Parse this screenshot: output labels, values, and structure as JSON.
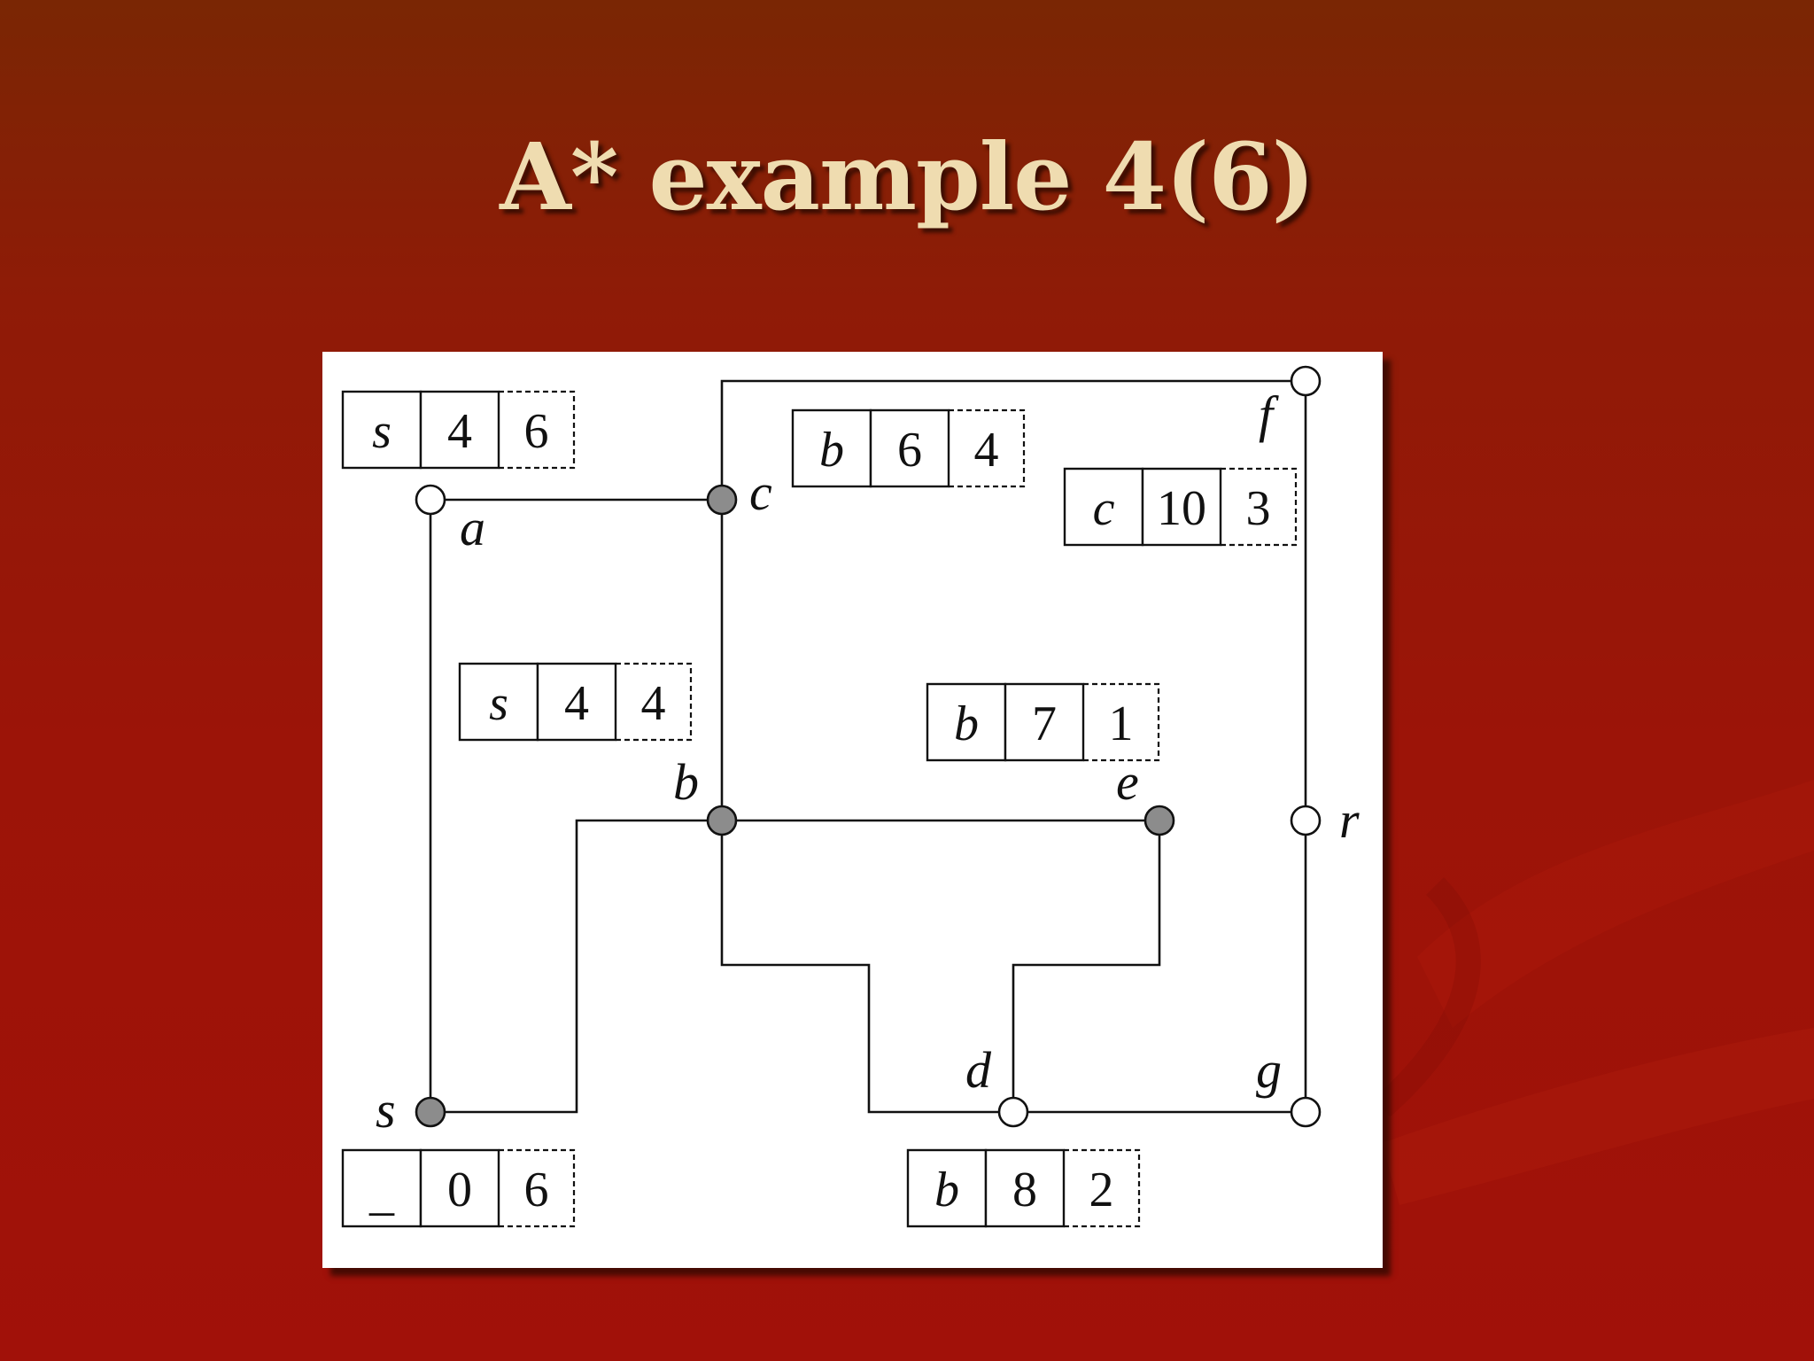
{
  "title": "A* example 4(6)",
  "nodes": [
    {
      "id": "s",
      "label": "s",
      "state": "closed"
    },
    {
      "id": "a",
      "label": "a",
      "state": "open"
    },
    {
      "id": "c",
      "label": "c",
      "state": "closed"
    },
    {
      "id": "f",
      "label": "f",
      "state": "open"
    },
    {
      "id": "b",
      "label": "b",
      "state": "closed"
    },
    {
      "id": "e",
      "label": "e",
      "state": "closed"
    },
    {
      "id": "r",
      "label": "r",
      "state": "open"
    },
    {
      "id": "d",
      "label": "d",
      "state": "open"
    },
    {
      "id": "g",
      "label": "g",
      "state": "open"
    }
  ],
  "records": [
    {
      "node": "a",
      "parent": "s",
      "g": "4",
      "h": "6"
    },
    {
      "node": "c",
      "parent": "b",
      "g": "6",
      "h": "4"
    },
    {
      "node": "f",
      "parent": "c",
      "g": "10",
      "h": "3"
    },
    {
      "node": "b",
      "parent": "s",
      "g": "4",
      "h": "4"
    },
    {
      "node": "e",
      "parent": "b",
      "g": "7",
      "h": "1"
    },
    {
      "node": "s",
      "parent": "_",
      "g": "0",
      "h": "6"
    },
    {
      "node": "d",
      "parent": "b",
      "g": "8",
      "h": "2"
    }
  ],
  "colors": {
    "closed_fill": "#8c8c8c",
    "open_fill": "#ffffff",
    "stroke": "#111111"
  }
}
